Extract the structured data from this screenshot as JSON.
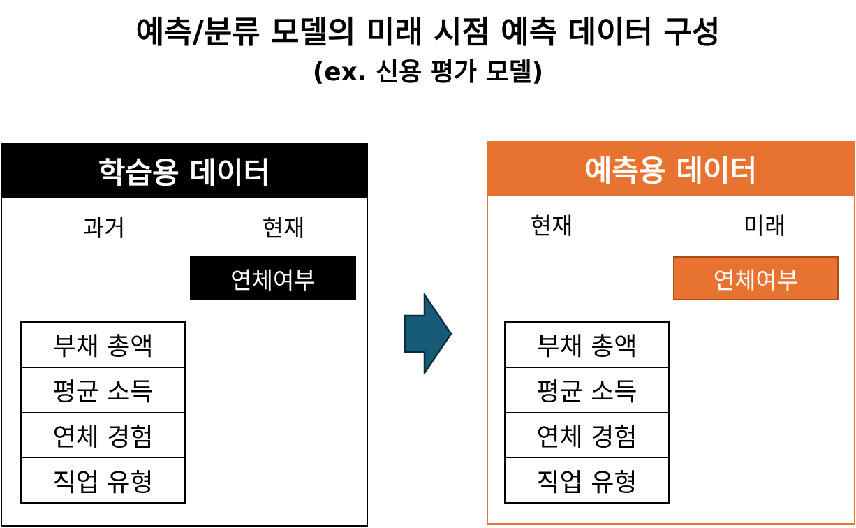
{
  "title": {
    "main": "예측/분류 모델의 미래 시점 예측 데이터 구성",
    "sub": "(ex. 신용 평가 모델)"
  },
  "training_panel": {
    "header": "학습용 데이터",
    "left_period": "과거",
    "right_period": "현재",
    "target": "연체여부",
    "features": [
      "부채 총액",
      "평균 소득",
      "연체 경험",
      "직업 유형"
    ]
  },
  "prediction_panel": {
    "header": "예측용 데이터",
    "left_period": "현재",
    "right_period": "미래",
    "target": "연체여부",
    "features": [
      "부채 총액",
      "평균 소득",
      "연체 경험",
      "직업 유형"
    ]
  },
  "colors": {
    "training_accent": "#000000",
    "prediction_accent": "#E8722F",
    "arrow_fill": "#165A78"
  },
  "icons": {
    "transition_arrow": "right-arrow-icon"
  }
}
